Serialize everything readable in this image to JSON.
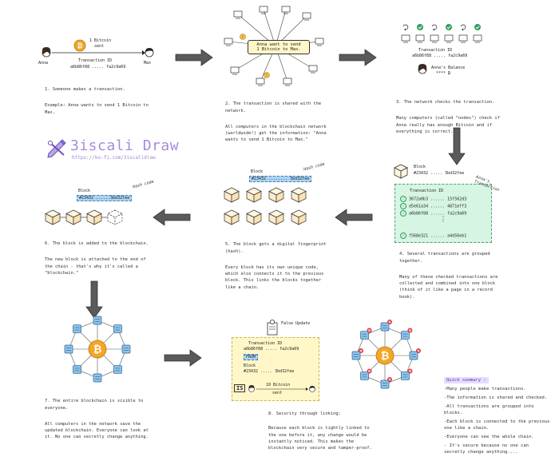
{
  "step1": {
    "bitcoin_label": "1 Bitcoin",
    "sent_label": "sent",
    "from": "Anna",
    "to": "Max",
    "tx_title": "Transaction ID",
    "tx_id": "a6b86f88 ..... fa2c9a69",
    "caption_title": "1. Someone makes a transaction.",
    "caption_body": "Example: Anna wants to send 1 Bitcoin to\nMax."
  },
  "step2": {
    "bubble": "Anna want to send\n1 Bitcoin to Max.",
    "caption_title": "2. The transaction is shared with the\nnetwork.",
    "caption_body": "All computers in the blockchain network\n(worldwide!) get the information: \"Anna\nwants to send 1 Bitcoin to Max.\""
  },
  "step3": {
    "tx_title": "Transaction ID",
    "tx_id": "a6b86f88 ..... fa2c9a69",
    "balance_title": "Anna's Balance",
    "balance_value": "**** ₿",
    "caption_title": "3. The network checks the transaction.",
    "caption_body": "Many computers (called \"nodes\") check if\nAnna really has enough Bitcoin and if\neverything is correct."
  },
  "brand": {
    "title": "3iscali Draw",
    "url": "https://ko-fi.com/3iscalidraw"
  },
  "step4": {
    "block_label": "Block",
    "block_id": "#23432 ..... 3bd32fee",
    "tx_header": "Transaction ID",
    "annotation": "Anna's\nTransaction",
    "rows": [
      "3672a0b3 ...... 15f562d3",
      "d5e61a34 ...... 4871eff3",
      "a6b86f88 ...... fa2c9a69",
      "f568e321 ...... a4d56eb1"
    ],
    "caption_title": "4. Several transactions are grouped\ntogether.",
    "caption_body": "Many of these checked transactions are\ncollected and combined into one block\n(think of it like a page in a record\nbook)."
  },
  "step5": {
    "block_label": "Block",
    "block_id": "#23432 ........ 3bd32fee",
    "hash_label": "Hash code",
    "caption_title": "5. The block gets a digital fingerprint\n(hash).",
    "caption_body": "Every block has its own unique code,\nwhich also connects it to the previous\nblock. This links the blocks together\nlike a chain."
  },
  "step6": {
    "block_label": "Block",
    "block_id": "#23432 ......3bd32fee",
    "hash_label": "Hash code",
    "caption_title": "6. The block is added to the blockchain.",
    "caption_body": "The new block is attached to the end of\nthe chain - that's why it's called a\n\"blockchain.\""
  },
  "step7": {
    "caption_title": "7. The entire blockchain is visible to\neveryone.",
    "caption_body": "All computers in the network save the\nupdated blockchain. Everyone can look at\nit. No one can secretly change anything."
  },
  "step8": {
    "false_update": "False Update",
    "tx_title": "Transaction ID",
    "tx_id": "a6b86f88 ..... fa2c9a69",
    "from_tag": "FROM",
    "block_label": "Block",
    "block_id": "#23432 ..... 3bd32fee",
    "is_tag": "IS",
    "bitcoin_label": "10 Bitcoin",
    "sent_label": "sent",
    "caption_title": "8. Security through linking:",
    "caption_body": "Because each block is tightly linked to\nthe one before it, any change would be\ninstantly noticed. This makes the\nblockchain very secure and tamper-proof."
  },
  "summary": {
    "title": "Quick summary :",
    "items": [
      "-Many people make transactions.",
      "-The information is shared and checked.",
      "-All transactions are grouped into\nblocks.",
      "-Each block is connected to the previous\none like a chain.",
      "-Everyone can see the whole chain.",
      "- It's secure because no one can\nsecretly change anything...."
    ]
  },
  "colors": {
    "bitcoin": "#f5a623",
    "accent_purple": "#a78bdc",
    "check_green": "#2f9e5b",
    "error_red": "#d9363e",
    "arrow_gray": "#5a5a5a",
    "cube_fill": "#fff6e0",
    "server_blue": "#8cc4ec"
  }
}
